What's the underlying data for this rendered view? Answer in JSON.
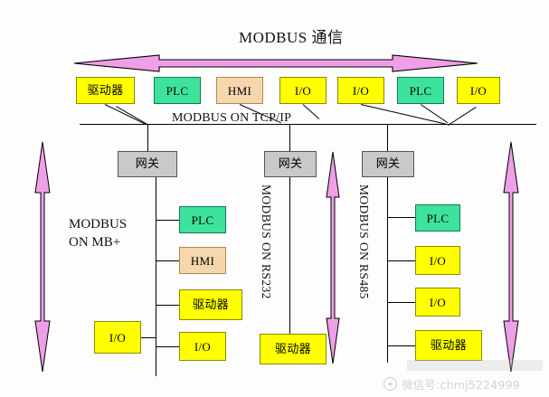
{
  "title": {
    "en": "MODBUS ",
    "cjk": "通信"
  },
  "buses": {
    "tcpip_label": "MODBUS ON TCP/IP",
    "mbplus_label_line1": "MODBUS",
    "mbplus_label_line2": "ON MB+",
    "rs232_label": "MODBUS ON RS232",
    "rs485_label": "MODBUS ON RS485"
  },
  "top_row": [
    {
      "label": "驱动器",
      "color": "yellow",
      "hex": "#ffff00"
    },
    {
      "label": "PLC",
      "color": "green",
      "hex": "#3ee39b"
    },
    {
      "label": "HMI",
      "color": "tan",
      "hex": "#f5d6ad"
    },
    {
      "label": "I/O",
      "color": "yellow",
      "hex": "#ffff00"
    },
    {
      "label": "I/O",
      "color": "yellow",
      "hex": "#ffff00"
    },
    {
      "label": "PLC",
      "color": "green",
      "hex": "#3ee39b"
    },
    {
      "label": "I/O",
      "color": "yellow",
      "hex": "#ffff00"
    }
  ],
  "gateways": [
    {
      "label": "网关",
      "color": "gray",
      "hex": "#c9c9c9"
    },
    {
      "label": "网关",
      "color": "gray",
      "hex": "#c9c9c9"
    },
    {
      "label": "网关",
      "color": "gray",
      "hex": "#c9c9c9"
    }
  ],
  "mbplus_branch": [
    {
      "label": "PLC",
      "color": "green",
      "hex": "#3ee39b"
    },
    {
      "label": "HMI",
      "color": "tan",
      "hex": "#f5d6ad"
    },
    {
      "label": "驱动器",
      "color": "yellow",
      "hex": "#ffff00"
    },
    {
      "label": "I/O",
      "color": "yellow",
      "hex": "#ffff00"
    },
    {
      "label": "I/O",
      "color": "yellow",
      "hex": "#ffff00"
    }
  ],
  "rs232_branch": [
    {
      "label": "驱动器",
      "color": "yellow",
      "hex": "#ffff00"
    }
  ],
  "rs485_branch": [
    {
      "label": "PLC",
      "color": "green",
      "hex": "#3ee39b"
    },
    {
      "label": "I/O",
      "color": "yellow",
      "hex": "#ffff00"
    },
    {
      "label": "I/O",
      "color": "yellow",
      "hex": "#ffff00"
    },
    {
      "label": "驱动器",
      "color": "yellow",
      "hex": "#ffff00"
    }
  ],
  "watermark": {
    "logo": "wechat-icon",
    "text": "微信号:chmj5224999"
  },
  "colors": {
    "arrow_fill": "#ef9fe8",
    "arrow_stroke": "#000000",
    "line": "#000000",
    "background": "#fdfdfd"
  }
}
